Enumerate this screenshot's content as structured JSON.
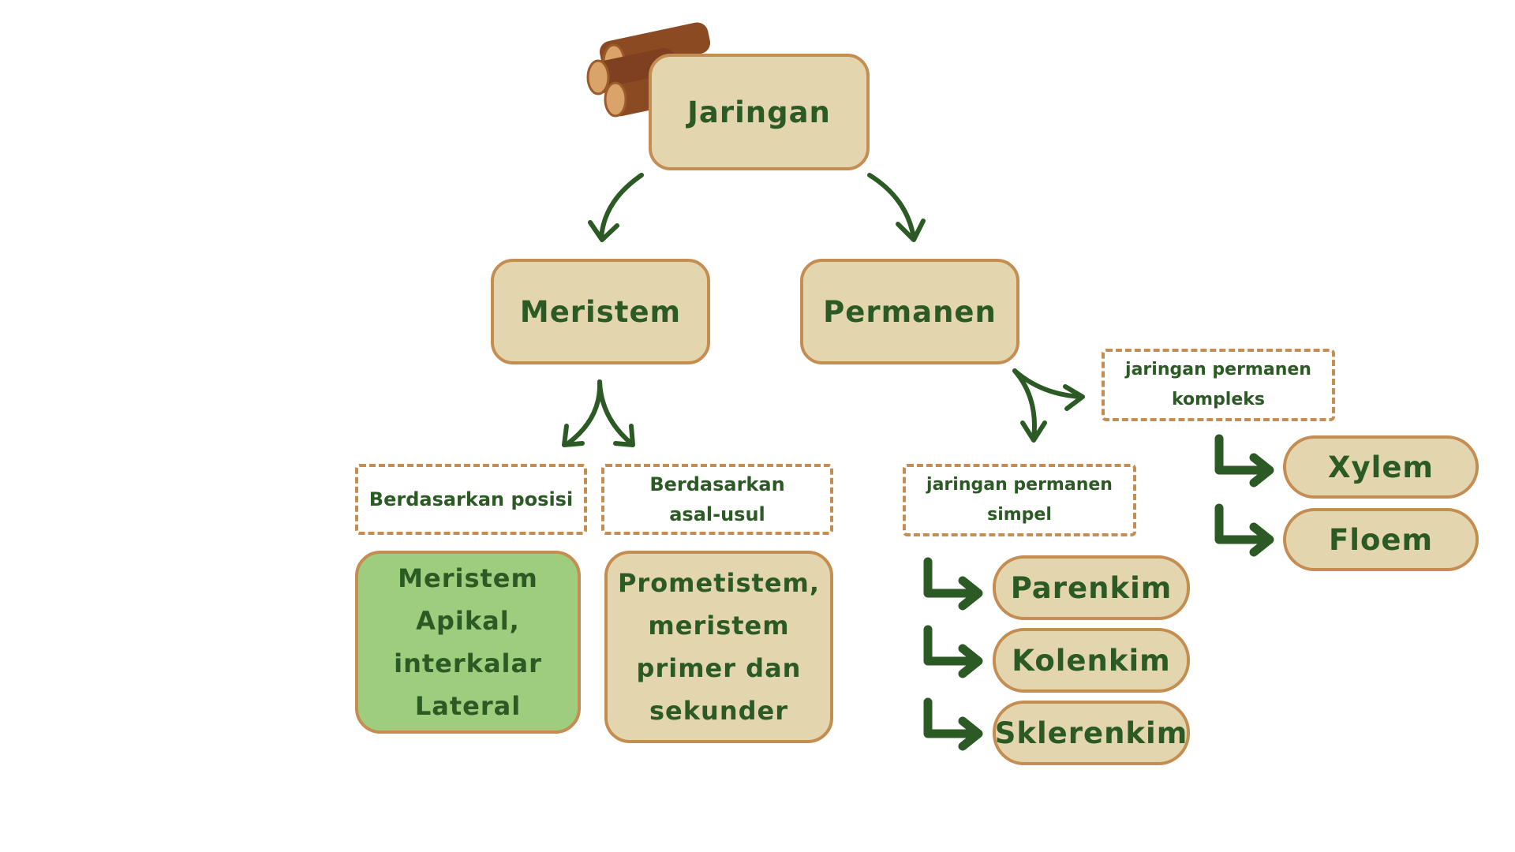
{
  "colors": {
    "box_fill": "#e3d5ad",
    "box_border": "#c48d52",
    "highlight_fill": "#9fcd7e",
    "text": "#2b5a24",
    "arrow": "#2b5a24",
    "log_wood": "#8b4a22"
  },
  "icons": {
    "logs": "wood-logs-icon",
    "arrow": "curved-arrow-icon",
    "elbow_arrow": "elbow-arrow-icon"
  },
  "diagram": {
    "root": "Jaringan",
    "meristem": {
      "label": "Meristem",
      "by_position": {
        "label": "Berdasarkan posisi",
        "value": "Meristem Apikal, interkalar Lateral"
      },
      "by_origin": {
        "label": "Berdasarkan asal-usul",
        "value": "Prometistem, meristem primer dan sekunder"
      }
    },
    "permanen": {
      "label": "Permanen",
      "simple": {
        "label": "jaringan permanen simpel",
        "items": [
          "Parenkim",
          "Kolenkim",
          "Sklerenkim"
        ]
      },
      "complex": {
        "label": "jaringan permanen kompleks",
        "items": [
          "Xylem",
          "Floem"
        ]
      }
    }
  }
}
